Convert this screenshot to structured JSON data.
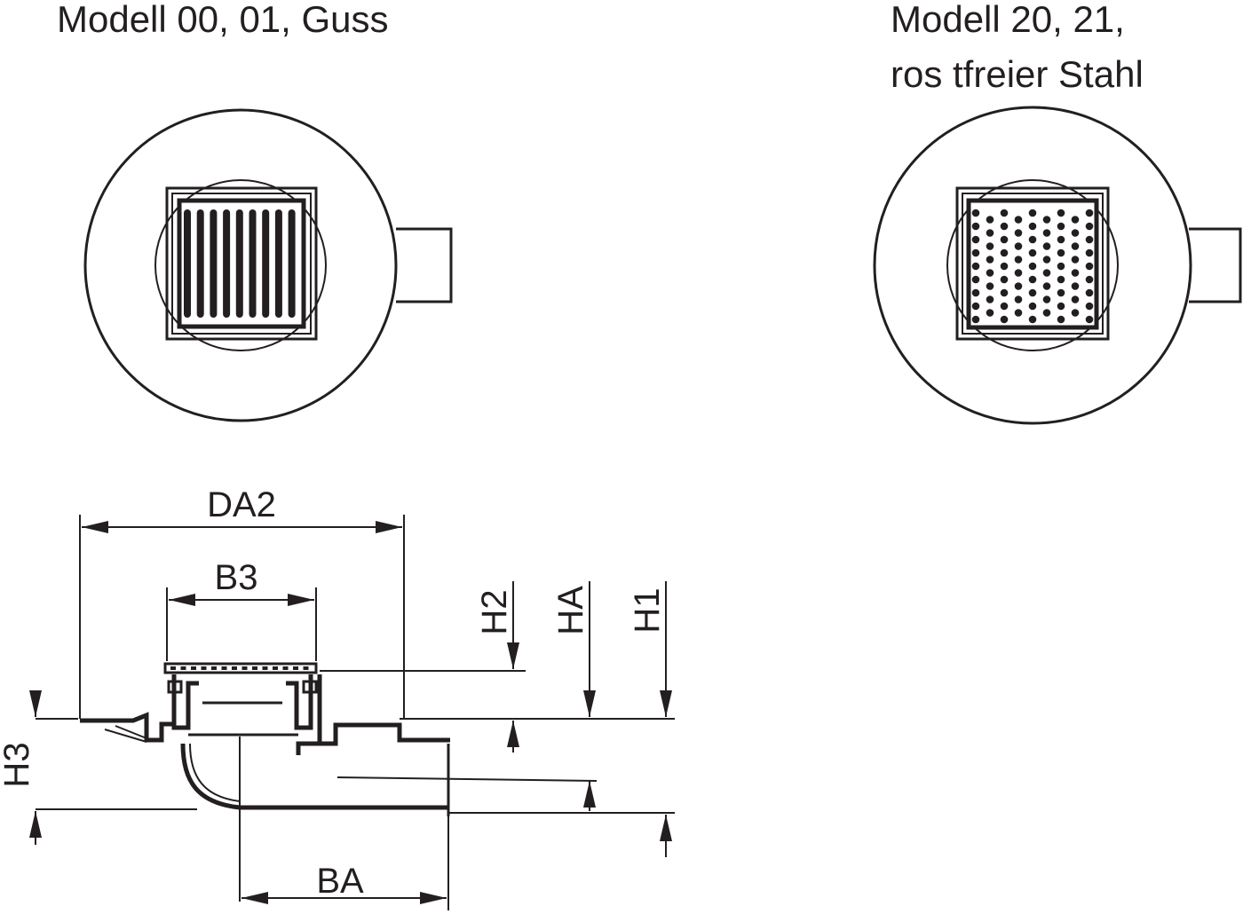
{
  "captions": {
    "cast_model": "Modell 00, 01, Guss",
    "steel_model_line1": "Modell 20, 21,",
    "steel_model_line2": "ros tfreier Stahl"
  },
  "dimensions": {
    "da2": "DA2",
    "b3": "B3",
    "h2": "H2",
    "ha": "HA",
    "h1": "H1",
    "h3": "H3",
    "ba": "BA"
  },
  "colors": {
    "line": "#231f20",
    "background": "#ffffff"
  }
}
